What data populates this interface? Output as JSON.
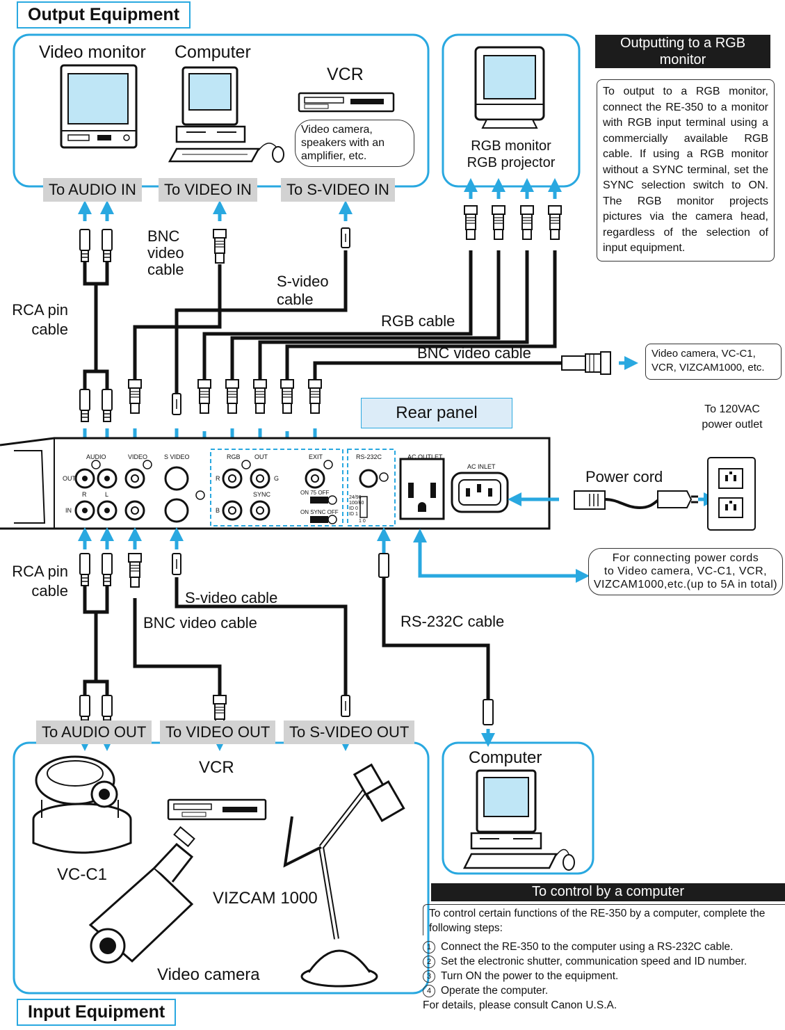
{
  "sections": {
    "output_title": "Output Equipment",
    "input_title": "Input Equipment"
  },
  "output_devices": {
    "video_monitor": "Video monitor",
    "computer": "Computer",
    "vcr": "VCR",
    "vcr_note": "Video camera,\nspeakers with an\namplifier, etc."
  },
  "rgb_device": "RGB monitor\nRGB projector",
  "rgb_note": {
    "heading": "Outputting to a RGB\nmonitor",
    "body": "To output to a RGB monitor, connect the RE-350 to a monitor with RGB input terminal using a commercially available RGB cable. If using a RGB monitor without a SYNC terminal, set the SYNC selection switch to ON. The RGB monitor projects pictures via the camera head, regardless of the selection of input equipment."
  },
  "top_tags": [
    "To AUDIO IN",
    "To VIDEO IN",
    "To S-VIDEO IN"
  ],
  "bottom_tags": [
    "To AUDIO OUT",
    "To VIDEO OUT",
    "To S-VIDEO OUT"
  ],
  "cable_labels": {
    "rca_top": "RCA pin\ncable",
    "bnc_top": "BNC\nvideo\ncable",
    "svideo_top": "S-video\ncable",
    "rgb": "RGB cable",
    "bnc_exit": "BNC video cable",
    "rca_bottom": "RCA pin\ncable",
    "svideo_bottom": "S-video cable",
    "bnc_bottom": "BNC video cable",
    "rs232c": "RS-232C cable",
    "power_cord": "Power cord"
  },
  "exit_device_note": "Video camera, VC-C1,\nVCR, VIZCAM1000, etc.",
  "rear_panel_title": "Rear panel",
  "power_outlet": "To 120VAC\npower outlet",
  "ac_outlet_note": "For connecting power cords\nto Video camera, VC-C1, VCR,\nVIZCAM1000,etc.(up to 5A in total)",
  "panel_labels": {
    "audio": "AUDIO",
    "video": "VIDEO",
    "svideo": "S VIDEO",
    "rgb": "RGB",
    "out": "OUT",
    "exit": "EXIT",
    "rs232c": "RS-232C",
    "ac_outlet": "AC OUTLET",
    "ac_inlet": "AC INLET",
    "out_side": "OUT",
    "in_side": "IN",
    "r": "R",
    "l": "L",
    "r2": "R",
    "g": "G",
    "b": "B",
    "sync": "SYNC",
    "on75off": "ON  75    OFF",
    "onsyncoff": "ON SYNC OFF",
    "dip": "24/96\n100/60\nID 0\nID 1",
    "dip2": "1      0"
  },
  "input_devices": {
    "vcr": "VCR",
    "vcc1": "VC-C1",
    "vizcam": "VIZCAM 1000",
    "video_camera": "Video camera"
  },
  "computer_bottom": "Computer",
  "control": {
    "heading": "To control by a computer",
    "intro": "To control certain functions of the RE-350 by a computer, complete the following steps:",
    "steps": [
      "Connect the RE-350 to the computer using a RS-232C cable.",
      "Set the electronic shutter, communication speed and ID number.",
      "Turn ON the power to the equipment.",
      "Operate the computer."
    ],
    "step_marks": [
      "1",
      "2",
      "3",
      "4"
    ],
    "footer": "For details, please consult Canon U.S.A."
  }
}
